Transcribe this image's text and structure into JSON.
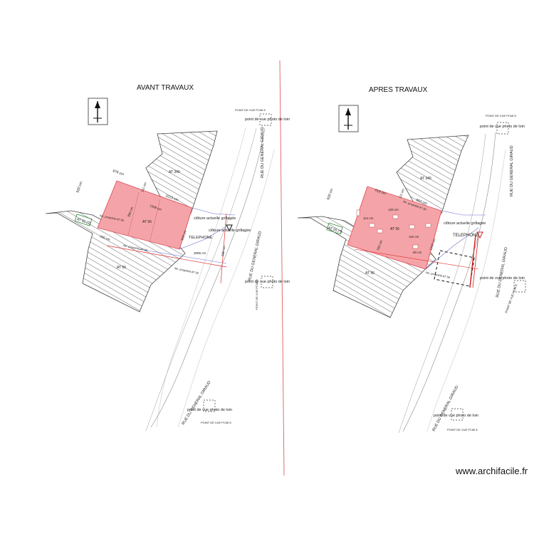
{
  "titles": {
    "left": "AVANT TRAVAUX",
    "right": "APRES TRAVAUX"
  },
  "watermark": "www.archifacile.fr",
  "left_plan": {
    "parcel_main": "AT 56",
    "parcel_top": "AT 340",
    "parcel_house": "AT 56",
    "telephone": "TELEPHONE",
    "fence_note": "clôture actuelle grillagée",
    "view_points": [
      "point de vue photo de loin",
      "point de vue photo de loin",
      "point de vue photo de loin"
    ],
    "view_point_tags": [
      "POINT DE VUE PCMI 8",
      "POINT DE VUE PCMI 8",
      "POINT DE VUE PCMI 8"
    ],
    "street": "RUE DU GENERAL GIRAUD",
    "street_low": "RUE DU GENERAL GIRAUD",
    "limit_red_1": "lim. propriété AT 56",
    "limit_red_2": "lim. propriété AT 56",
    "limit_red_3": "lim. propriété AT 56",
    "dims": [
      "976 cm",
      "920 cm",
      "1013 cm",
      "890 cm",
      "1008 cm",
      "696 cm",
      "3095 cm",
      "929 cm",
      "111 cm",
      "560 cm"
    ],
    "green_tag": "AT 55 (?)",
    "north": "N"
  },
  "right_plan": {
    "parcel_main": "AT 56",
    "parcel_top": "AT 340",
    "parcel_house": "AT 56",
    "telephone": "TELEPHONE",
    "fence_note": "clôture actuelle grillagée",
    "view_points": [
      "point de vue photo de loin",
      "point de vue photo de loin",
      "point de vue photo de loin"
    ],
    "view_point_tags": [
      "POINT DE VUE PCMI 8",
      "POINT DE VUE PCMI 8",
      "POINT DE VUE PCMI 8"
    ],
    "street": "RUE DU GENERAL GIRAUD",
    "street_mid": "RUE DU GENERAL GIRAUD",
    "street_low": "RUE DU GENERAL GIRAUD",
    "limit_red_1": "lim. propriété AT 56",
    "limit_red_2": "lim. propriété AT 56",
    "dims": [
      "419 cm",
      "920 cm",
      "863 cm",
      "560 cm",
      "120 cm",
      "114 cm",
      "111 cm",
      "1040 cm",
      "110 cm",
      "90 cm"
    ],
    "green_tag": "AT 55 (?)",
    "north": "N"
  },
  "colors": {
    "house_fill": "#f4a4a8",
    "house_stroke": "#e0505a",
    "axis_line": "#e06060",
    "hatch": "#555555",
    "green_tag": "#2e8b3a"
  }
}
